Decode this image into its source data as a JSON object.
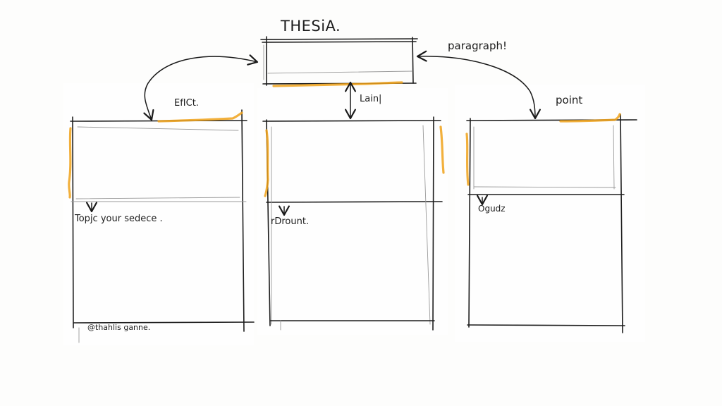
{
  "diagram": {
    "title": "THESiA.",
    "labels": {
      "paragraph": "paragraph!",
      "effect": "EfICt.",
      "main": "Lain|",
      "point": "point"
    },
    "columns": [
      {
        "id": "left",
        "body_label": "Topjc your sedece .",
        "footer_label": "@thahlis ganne."
      },
      {
        "id": "middle",
        "body_label": "rDrount."
      },
      {
        "id": "right",
        "body_label": "Ogudz"
      }
    ],
    "colors": {
      "ink": "#1d1d1d",
      "highlight": "#f0a21a",
      "pencil": "#9a9a9a",
      "paper": "#fdfdfc"
    }
  }
}
